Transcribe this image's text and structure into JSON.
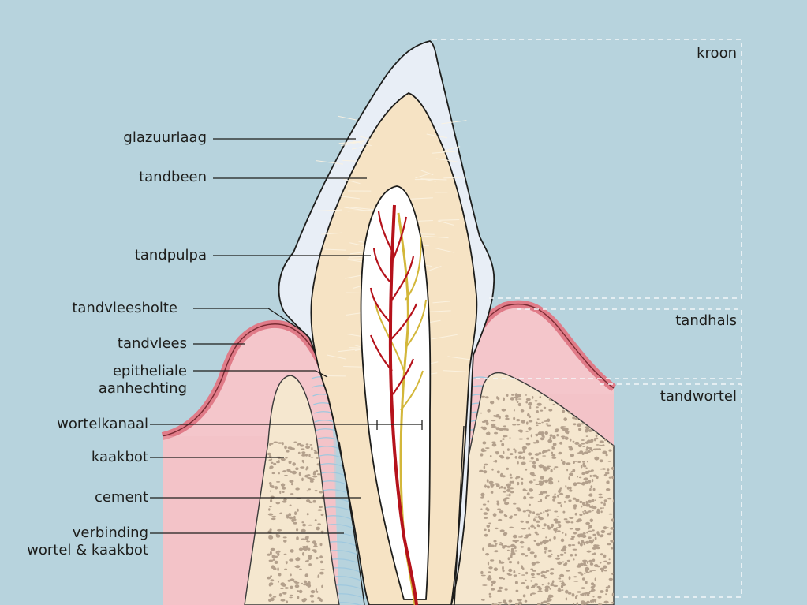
{
  "labels": {
    "enamel": "glazuurlaag",
    "dentin": "tandbeen",
    "pulp": "tandpulpa",
    "gingival_sulcus": "tandvleesholte",
    "gum": "tandvlees",
    "epithelial_attachment_line1": "epitheliale",
    "epithelial_attachment_line2": "aanhechting",
    "root_canal": "wortelkanaal",
    "jawbone": "kaakbot",
    "cementum": "cement",
    "periodontal_ligament_line1": "verbinding",
    "periodontal_ligament_line2": "wortel & kaakbot"
  },
  "regions": {
    "crown": "kroon",
    "neck": "tandhals",
    "root": "tandwortel"
  },
  "colors": {
    "background": "#b7d3dd",
    "enamel": "#e8eef6",
    "dentin": "#f6e3c4",
    "pulp": "#ffffff",
    "gum": "#f4c6cb",
    "gum_edge": "#e07b88",
    "bone": "#f5e7cf",
    "bone_speckle": "#b3a08c",
    "artery": "#b5121b",
    "nerve": "#d3b73a",
    "ligament": "#9fc8de"
  }
}
